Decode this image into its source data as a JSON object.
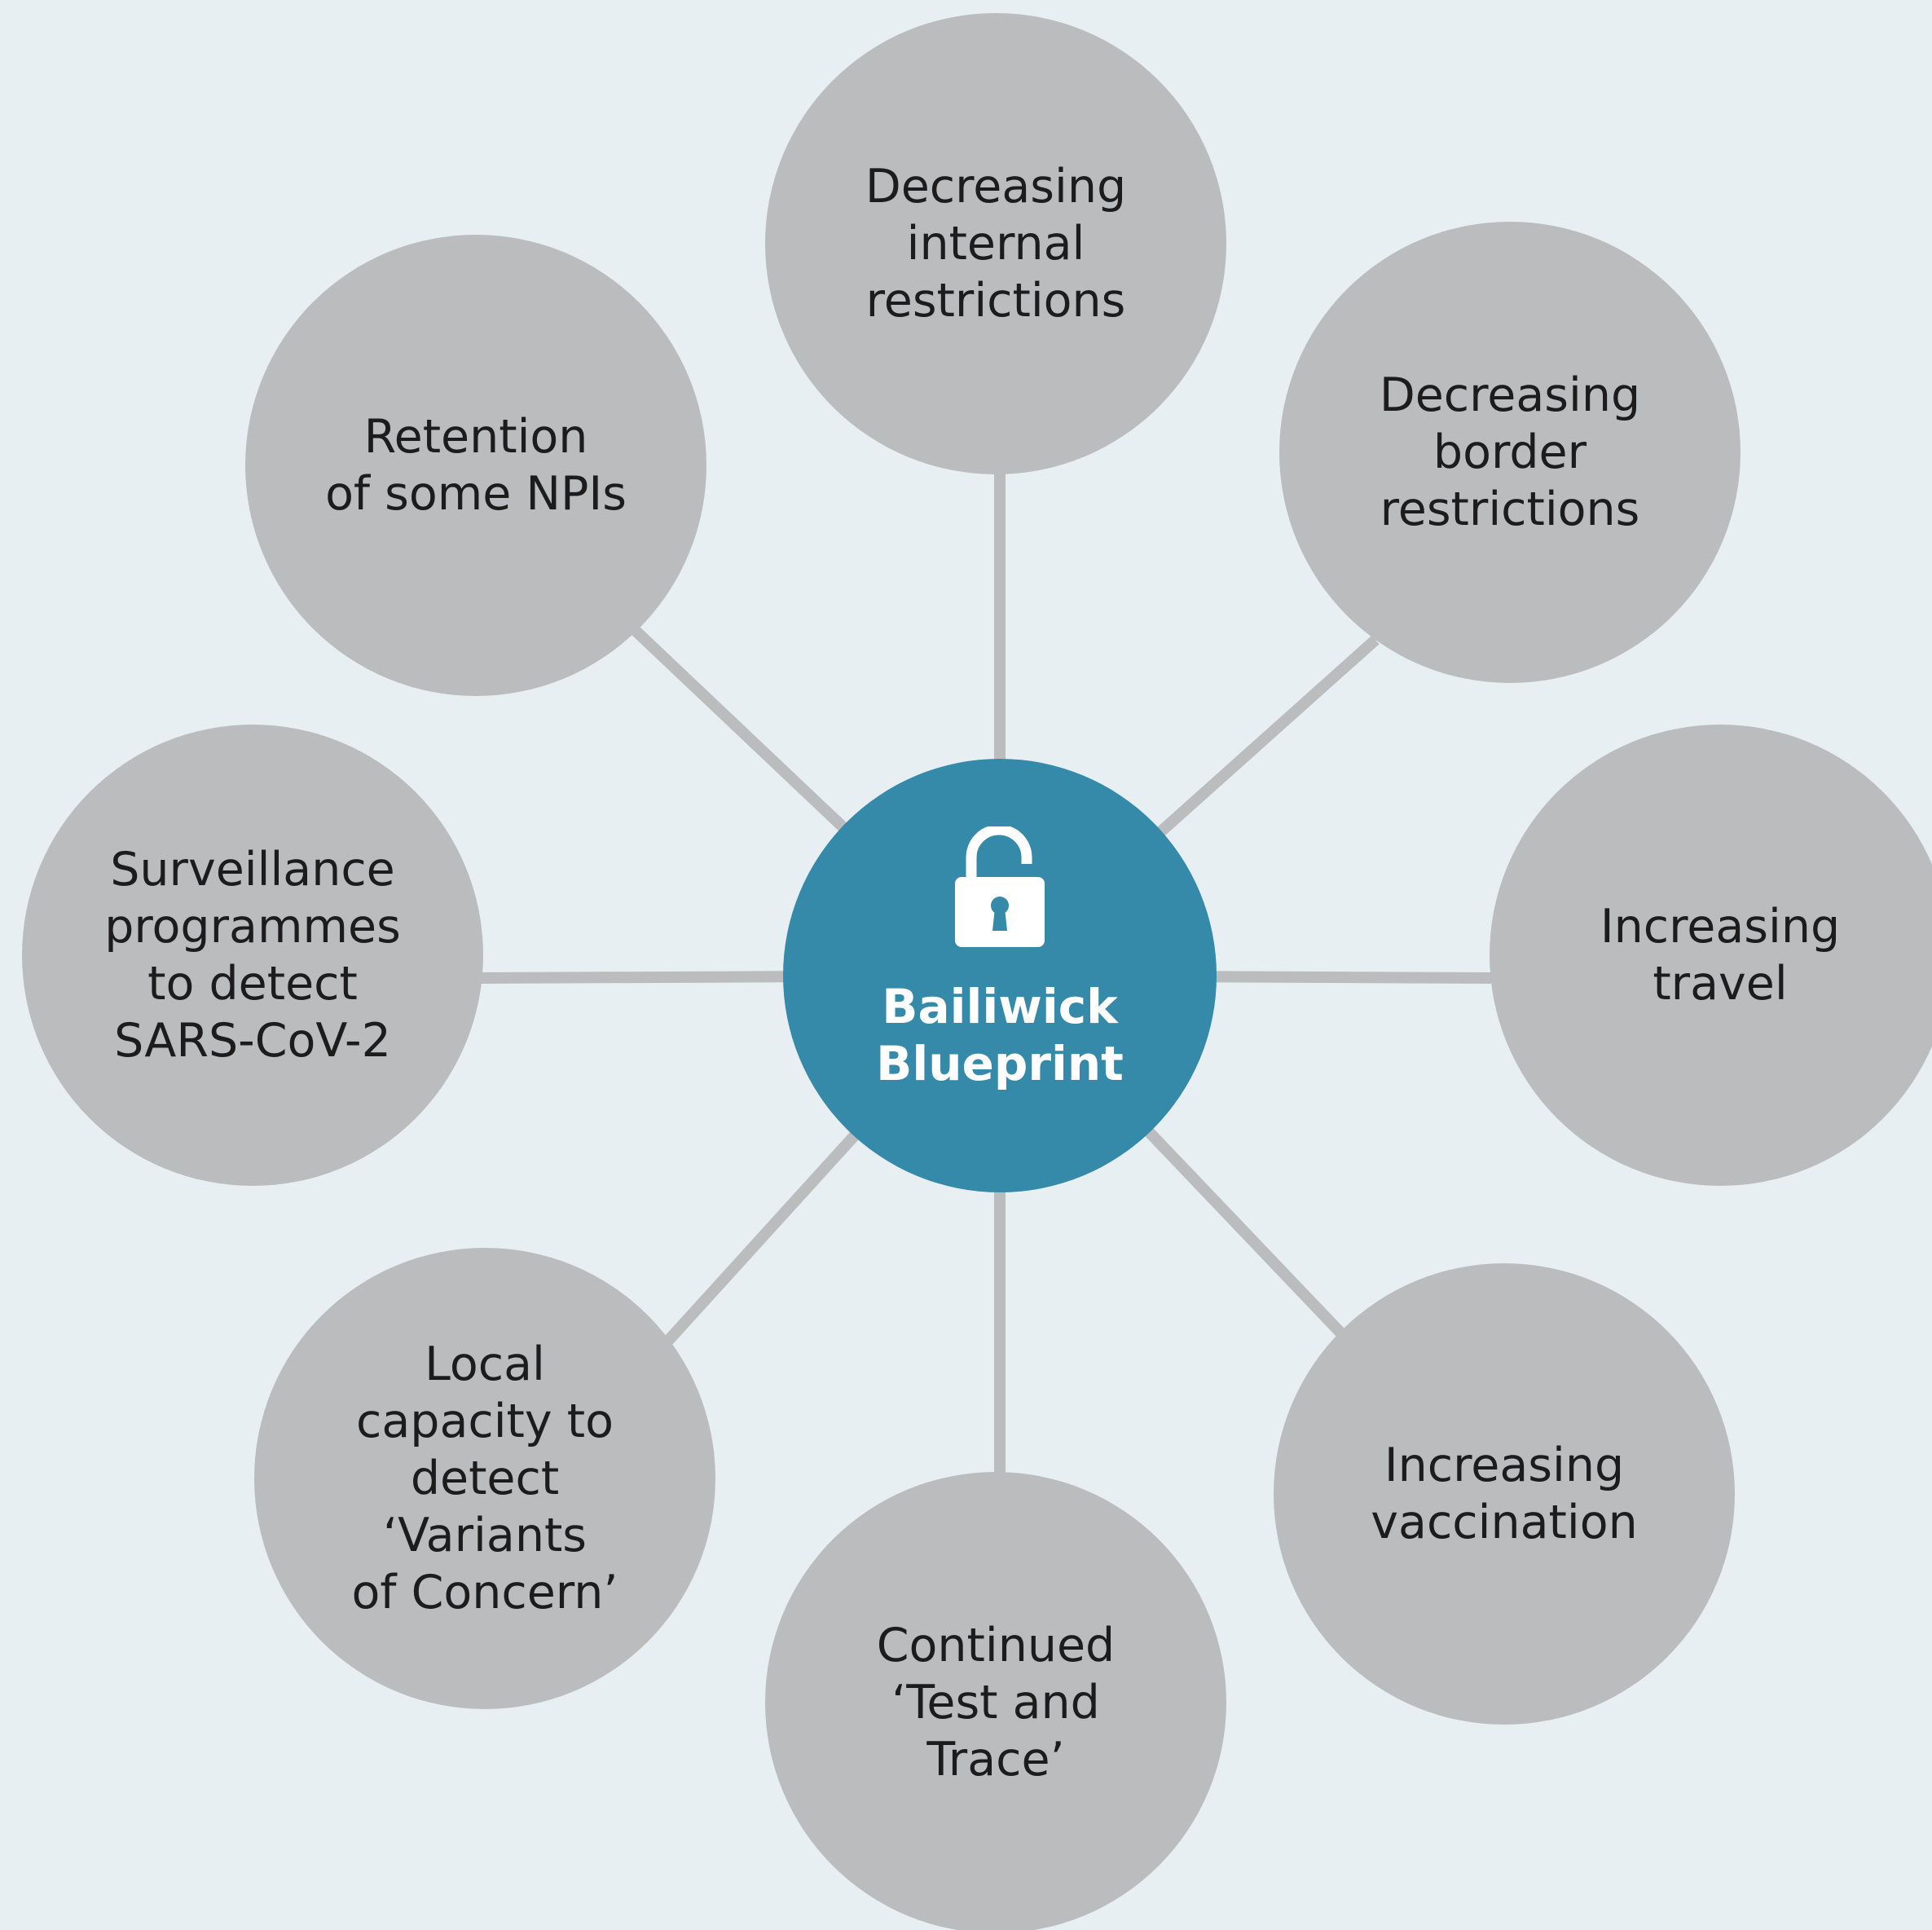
{
  "hub": {
    "title": "Bailiwick\nBlueprint",
    "icon": "unlocked-padlock-icon",
    "color": "#3589a9"
  },
  "nodes": {
    "top": "Decreasing\ninternal\nrestrictions",
    "top_right": "Decreasing\nborder\nrestrictions",
    "right": "Increasing\ntravel",
    "bottom_right": "Increasing\nvaccination",
    "bottom": "Continued\n‘Test and\nTrace’",
    "bottom_left": "Local\ncapacity to\ndetect ‘Variants\nof Concern’",
    "left": "Surveillance\nprogrammes\nto detect\nSARS-CoV-2",
    "top_left": "Retention\nof some NPIs"
  },
  "colors": {
    "background": "#e8eff3",
    "node_fill": "#bbbcbe",
    "connector": "#bbbcbe",
    "text": "#1c1c1c"
  }
}
